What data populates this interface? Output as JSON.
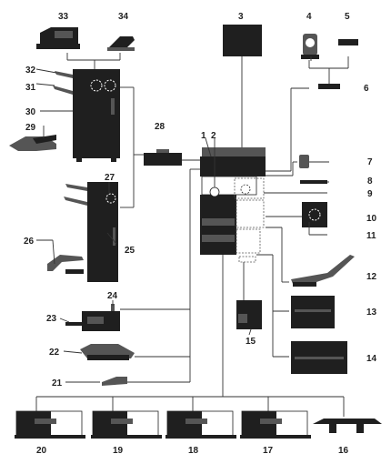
{
  "callouts": [
    "1",
    "2",
    "3",
    "4",
    "5",
    "6",
    "7",
    "8",
    "9",
    "10",
    "11",
    "12",
    "13",
    "14",
    "15",
    "16",
    "17",
    "18",
    "19",
    "20",
    "21",
    "22",
    "23",
    "24",
    "25",
    "26",
    "27",
    "28",
    "29",
    "30",
    "31",
    "32",
    "33",
    "34"
  ],
  "colors": {
    "ink": "#1f1f1f",
    "line": "#333333",
    "paper": "#ffffff"
  }
}
